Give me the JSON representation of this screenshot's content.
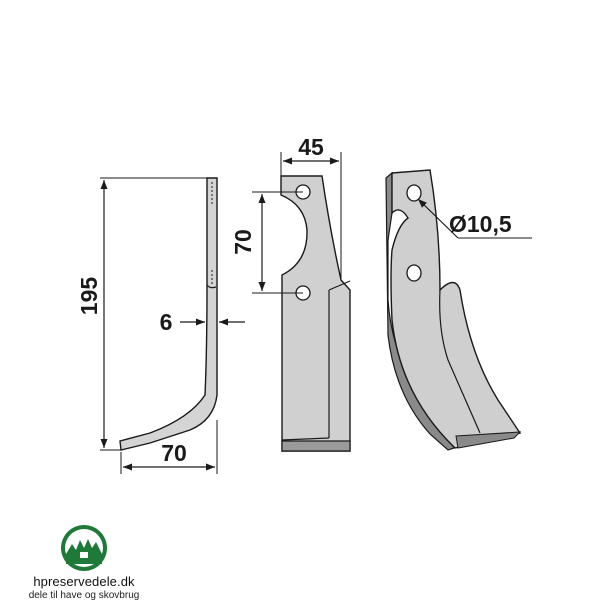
{
  "dimensions": {
    "height": "195",
    "thickness": "6",
    "bottom_width": "70",
    "top_width": "45",
    "hole_spacing": "70",
    "hole_diameter": "Ø10,5"
  },
  "brand": {
    "name": "hpreservedele.dk",
    "tagline": "dele til have og skovbrug"
  },
  "colors": {
    "blade_fill": "#c8c8c8",
    "blade_shadow": "#8a8a8a",
    "line": "#1a1a1a",
    "logo_green": "#1f7a3a"
  }
}
